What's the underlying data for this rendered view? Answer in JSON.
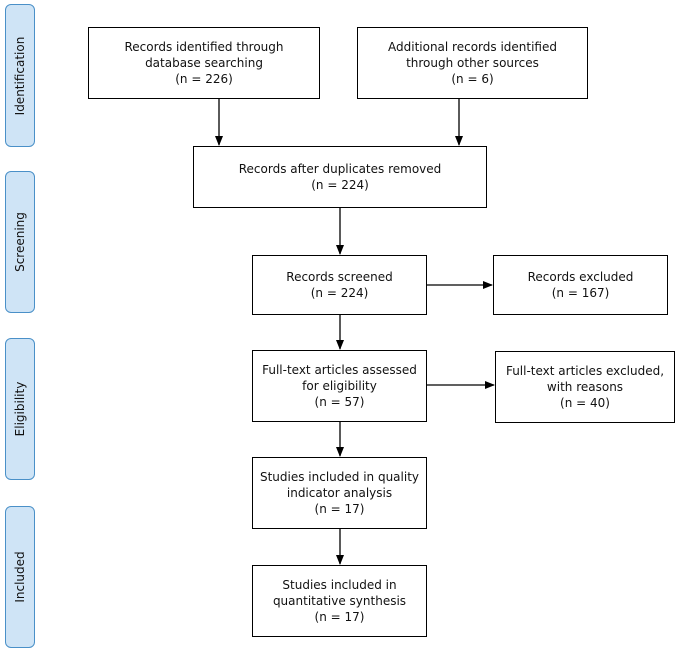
{
  "phases": {
    "identification": "Identification",
    "screening": "Screening",
    "eligibility": "Eligibility",
    "included": "Included"
  },
  "boxes": {
    "database": {
      "line1": "Records identified through",
      "line2": "database searching",
      "line3": "(n = 226)"
    },
    "additional": {
      "line1": "Additional records identified",
      "line2": "through other sources",
      "line3": "(n = 6)"
    },
    "duplicates": {
      "line1": "Records after duplicates removed",
      "line2": "(n = 224)"
    },
    "screened": {
      "line1": "Records screened",
      "line2": "(n = 224)"
    },
    "excluded": {
      "line1": "Records excluded",
      "line2": "(n = 167)"
    },
    "fulltext": {
      "line1": "Full-text articles assessed",
      "line2": "for eligibility",
      "line3": "(n = 57)"
    },
    "fulltext_excluded": {
      "line1": "Full-text articles excluded,",
      "line2": "with reasons",
      "line3": "(n = 40)"
    },
    "quality": {
      "line1": "Studies included in quality",
      "line2": "indicator analysis",
      "line3": "(n = 17)"
    },
    "quantitative": {
      "line1": "Studies included in",
      "line2": "quantitative synthesis",
      "line3": "(n = 17)"
    }
  }
}
